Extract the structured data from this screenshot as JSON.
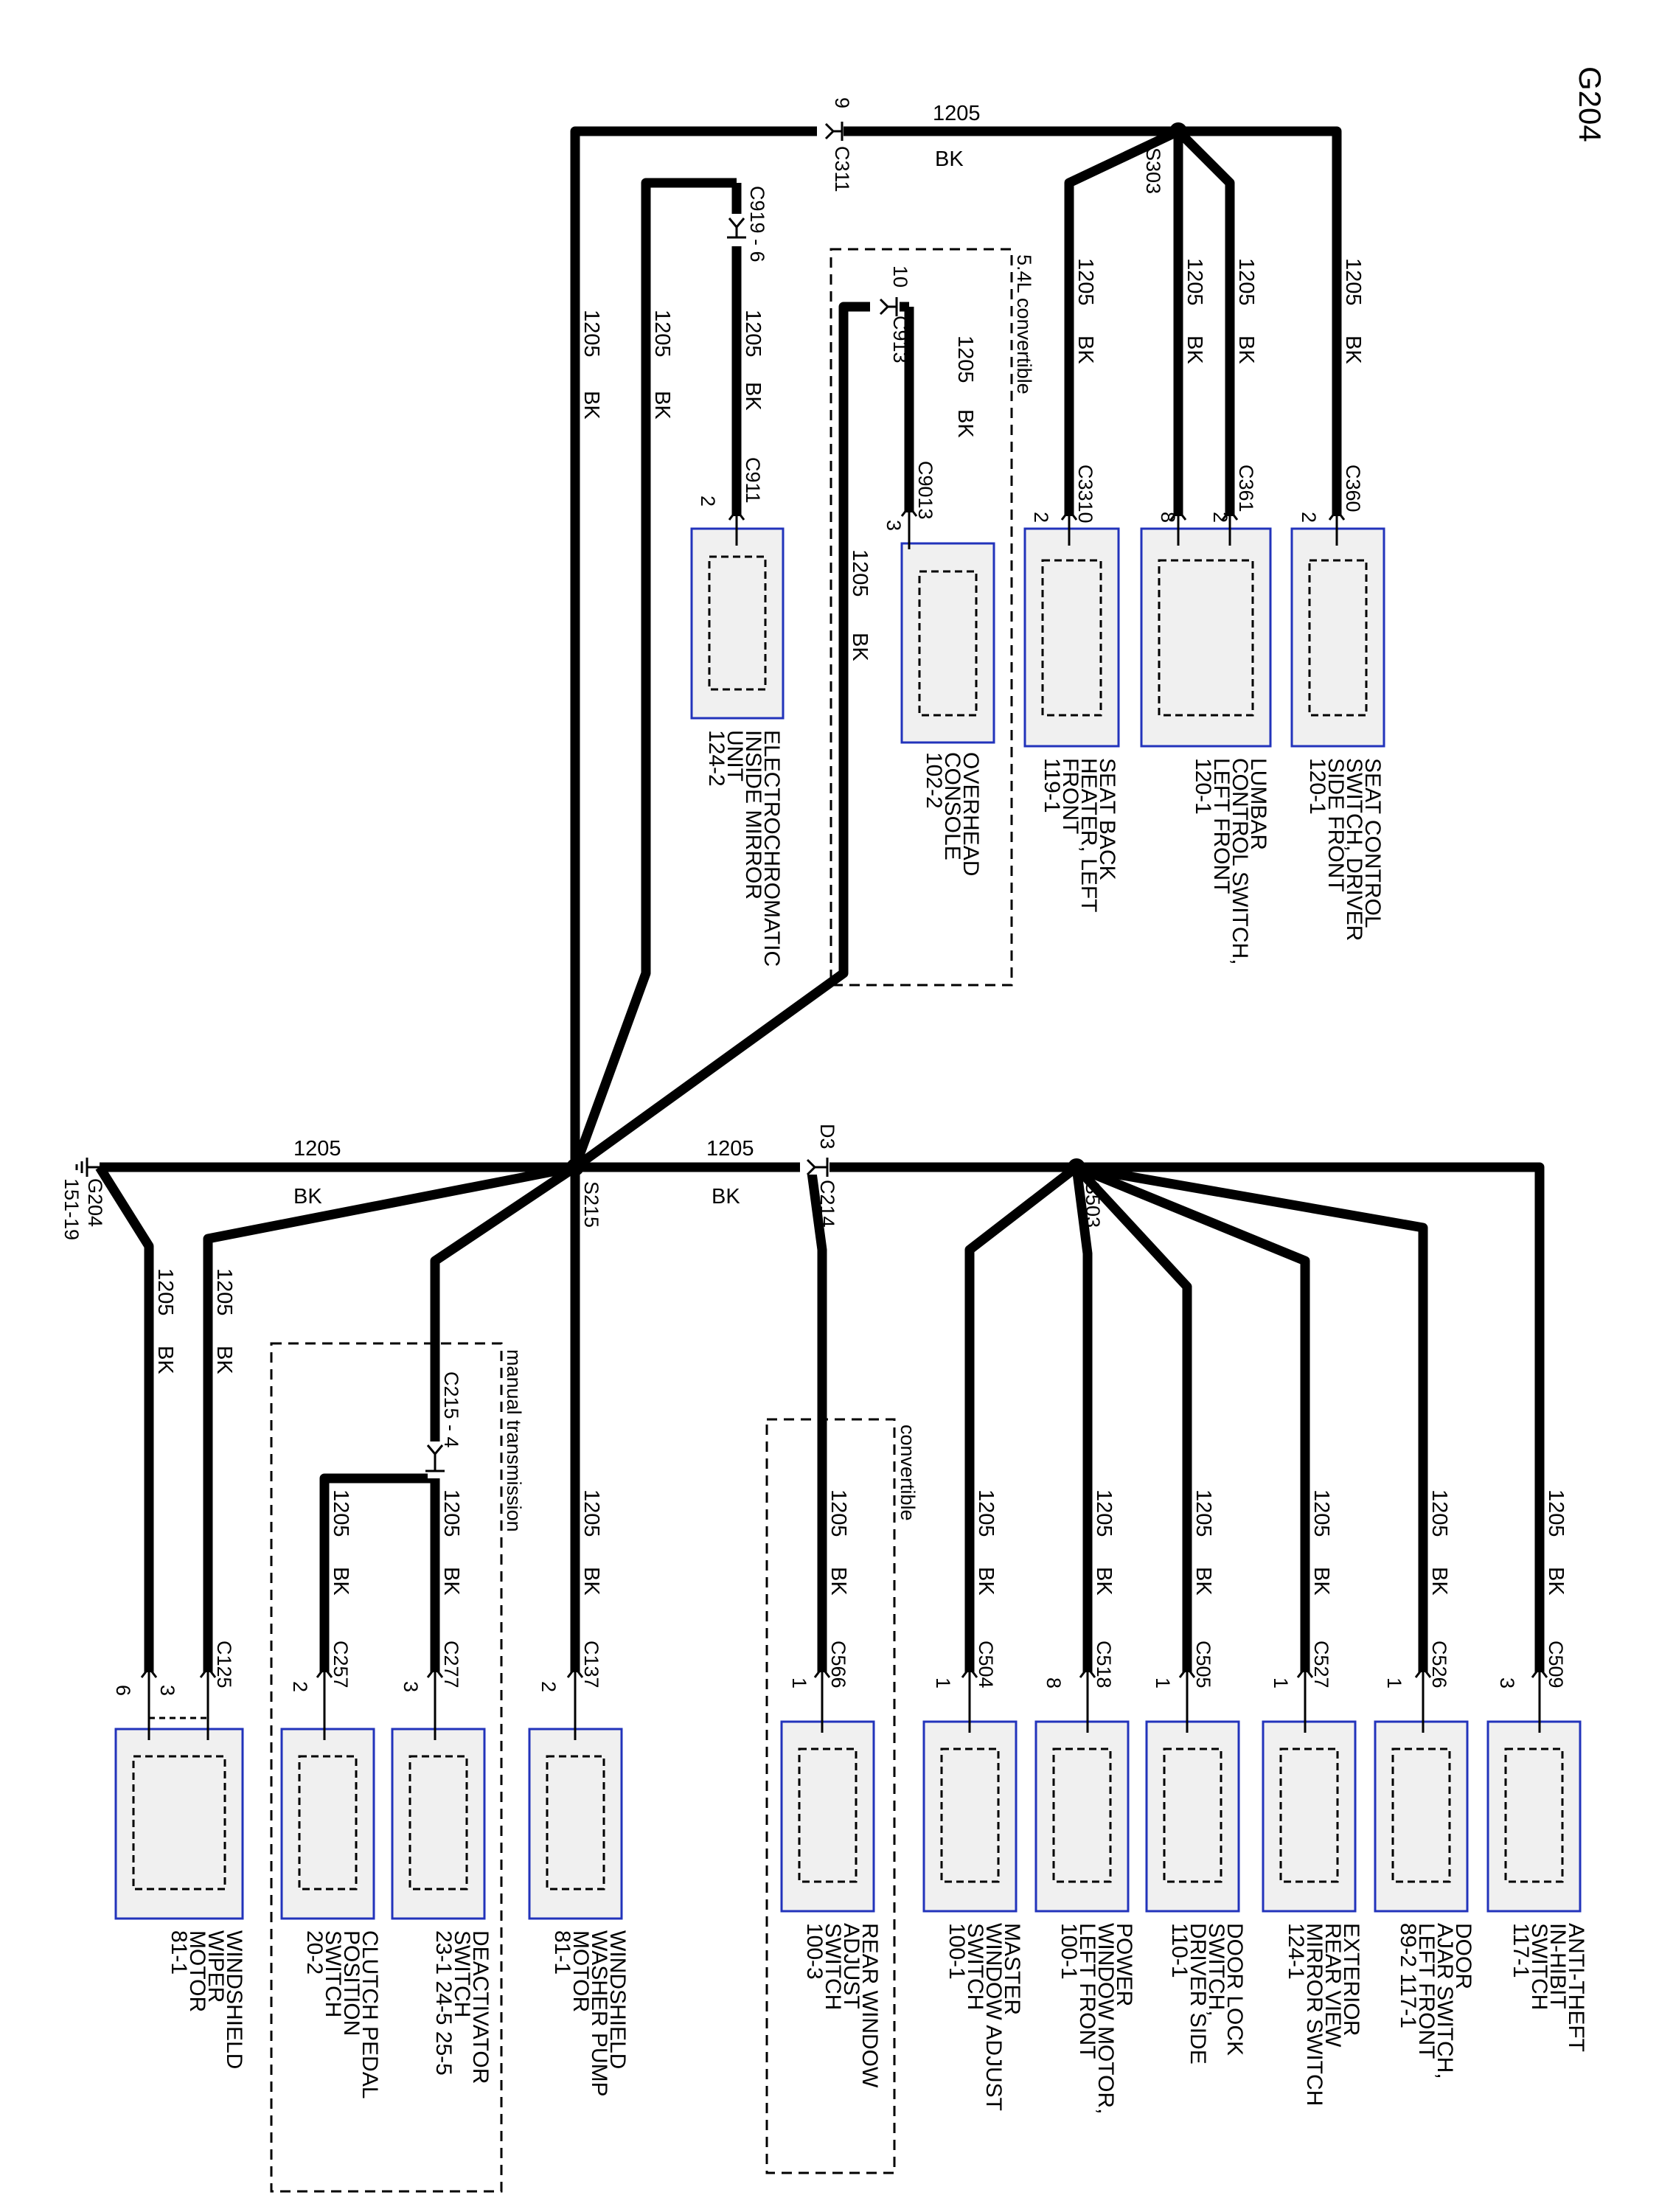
{
  "page_id": "G204",
  "colors": {
    "wire": "#000000",
    "box_border": "#2233bb",
    "box_fill": "#f0f0f0"
  },
  "wire": {
    "circuit": "1205",
    "color": "BK"
  },
  "ground": {
    "name": "G204",
    "ref": "151-19"
  },
  "splices": {
    "s303": "S303",
    "s215": "S215",
    "s503": "S503"
  },
  "connectors": {
    "c311": {
      "name": "C311",
      "pin": "9"
    },
    "c919": "C919 - 6",
    "c913": {
      "name": "C913",
      "pin": "10"
    },
    "c214": {
      "name": "C214",
      "pin": "D3"
    },
    "c215": "C215 - 4"
  },
  "group_labels": {
    "convertible_54l": "5.4L convertible",
    "manual_trans": "manual transmission",
    "convertible": "convertible"
  },
  "top_components": [
    {
      "id": "seat-control",
      "connector": "C360",
      "pin": "2",
      "lines": [
        "SEAT CONTROL",
        "SWITCH, DRIVER",
        "SIDE FRONT",
        "120-1"
      ]
    },
    {
      "id": "lumbar",
      "connector": "C361",
      "pin": "2",
      "pin2": "8",
      "lines": [
        "LUMBAR",
        "CONTROL SWITCH,",
        "LEFT FRONT",
        "120-1"
      ]
    },
    {
      "id": "seat-back-heater",
      "connector": "C3310",
      "pin": "2",
      "lines": [
        "SEAT BACK",
        "HEATER, LEFT",
        "FRONT",
        "119-1"
      ]
    },
    {
      "id": "overhead-console",
      "connector": "C9013",
      "pin": "3",
      "lines": [
        "OVERHEAD",
        "CONSOLE",
        "102-2"
      ]
    },
    {
      "id": "ec-mirror",
      "connector": "C911",
      "pin": "2",
      "lines": [
        "ELECTROCHROMATIC",
        "INSIDE MIRROR",
        "UNIT",
        "124-2"
      ]
    }
  ],
  "bottom_components": [
    {
      "id": "anti-theft",
      "connector": "C509",
      "pin": "3",
      "lines": [
        "ANTI-THEFT",
        "IN-HIBIT",
        "SWITCH",
        "117-1"
      ]
    },
    {
      "id": "door-ajar",
      "connector": "C526",
      "pin": "1",
      "lines": [
        "DOOR",
        "AJAR SWITCH,",
        "LEFT FRONT",
        "89-2    117-1"
      ]
    },
    {
      "id": "ext-mirror",
      "connector": "C527",
      "pin": "1",
      "lines": [
        "EXTERIOR",
        "REAR VIEW",
        "MIRROR SWITCH",
        "124-1"
      ]
    },
    {
      "id": "door-lock",
      "connector": "C505",
      "pin": "1",
      "lines": [
        "DOOR LOCK",
        "SWITCH,",
        "DRIVER SIDE",
        "110-1"
      ]
    },
    {
      "id": "power-window",
      "connector": "C518",
      "pin": "8",
      "lines": [
        "POWER",
        "WINDOW MOTOR,",
        "LEFT FRONT",
        "100-1"
      ]
    },
    {
      "id": "master-window",
      "connector": "C504",
      "pin": "1",
      "lines": [
        "MASTER",
        "WINDOW ADJUST",
        "SWITCH",
        "100-1"
      ]
    },
    {
      "id": "rear-window",
      "connector": "C566",
      "pin": "1",
      "lines": [
        "REAR WINDOW",
        "ADJUST",
        "SWITCH",
        "100-3"
      ]
    },
    {
      "id": "washer-pump",
      "connector": "C137",
      "pin": "2",
      "lines": [
        "WINDSHIELD",
        "WASHER PUMP",
        "MOTOR",
        "81-1"
      ]
    },
    {
      "id": "deactivator",
      "connector": "C277",
      "pin": "3",
      "lines": [
        "DEACTIVATOR",
        "SWITCH",
        "23-1     24-5     25-5"
      ]
    },
    {
      "id": "clutch",
      "connector": "C257",
      "pin": "2",
      "lines": [
        "CLUTCH PEDAL",
        "POSITION",
        "SWITCH",
        "20-2"
      ]
    },
    {
      "id": "wiper-motor",
      "connector": "C125",
      "pin": "3",
      "pin2": "6",
      "lines": [
        "WINDSHIELD",
        "WIPER",
        "MOTOR",
        "81-1"
      ]
    }
  ]
}
